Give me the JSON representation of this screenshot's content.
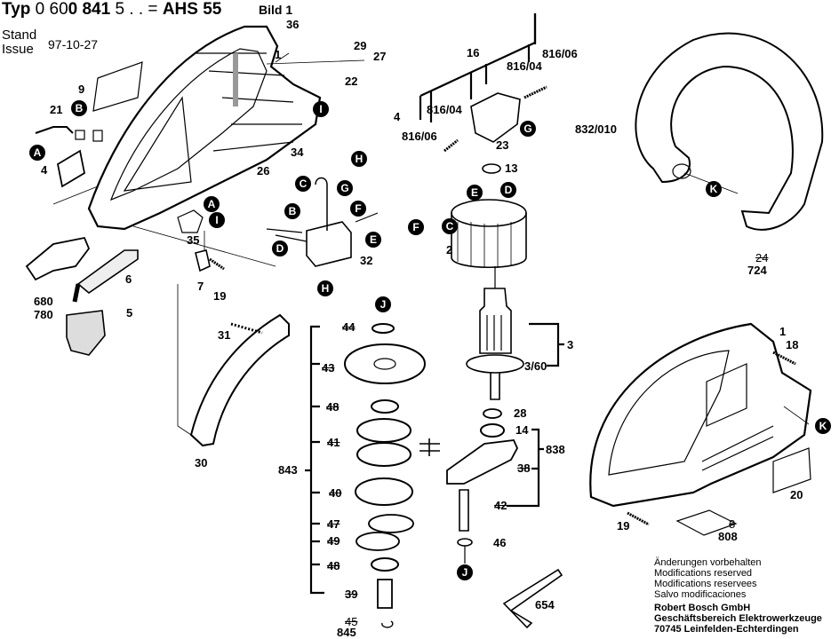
{
  "header": {
    "typ_label": "Typ",
    "typ_number_prefix": "0 60",
    "typ_number_bold": "0 841",
    "typ_number_suffix": " 5 . . =",
    "model": "AHS 55",
    "bild": "Bild 1",
    "stand_label_1": "Stand",
    "stand_label_2": "Issue",
    "date": "97-10-27"
  },
  "footer": {
    "notes": [
      "Änderungen vorbehalten",
      "Modifications reserved",
      "Modifications reservees",
      "Salvo modificaciones"
    ],
    "company": [
      "Robert Bosch GmbH",
      "Geschäftsbereich Elektrowerkzeuge",
      "70745 Leinfelden-Echterdingen"
    ]
  },
  "part_labels": [
    {
      "id": "36",
      "text": "36",
      "struck": false
    },
    {
      "id": "1a",
      "text": "1",
      "struck": false
    },
    {
      "id": "29",
      "text": "29",
      "struck": false
    },
    {
      "id": "27",
      "text": "27",
      "struck": false
    },
    {
      "id": "16",
      "text": "16",
      "struck": false
    },
    {
      "id": "816-06a",
      "text": "816/06",
      "struck": false
    },
    {
      "id": "816-04a",
      "text": "816/04",
      "struck": false
    },
    {
      "id": "9",
      "text": "9",
      "struck": false
    },
    {
      "id": "22",
      "text": "22",
      "struck": false
    },
    {
      "id": "4a",
      "text": "4",
      "struck": false
    },
    {
      "id": "816-04b",
      "text": "816/04",
      "struck": false
    },
    {
      "id": "832-010",
      "text": "832/010",
      "struck": false
    },
    {
      "id": "21",
      "text": "21",
      "struck": false
    },
    {
      "id": "816-06b",
      "text": "816/06",
      "struck": false
    },
    {
      "id": "23",
      "text": "23",
      "struck": false
    },
    {
      "id": "34",
      "text": "34",
      "struck": false
    },
    {
      "id": "13",
      "text": "13",
      "struck": false
    },
    {
      "id": "4b",
      "text": "4",
      "struck": false
    },
    {
      "id": "26",
      "text": "26",
      "struck": false
    },
    {
      "id": "35",
      "text": "35",
      "struck": false
    },
    {
      "id": "2",
      "text": "2",
      "struck": false
    },
    {
      "id": "32",
      "text": "32",
      "struck": false
    },
    {
      "id": "680",
      "text": "680",
      "struck": false
    },
    {
      "id": "780",
      "text": "780",
      "struck": false
    },
    {
      "id": "6",
      "text": "6",
      "struck": false
    },
    {
      "id": "7",
      "text": "7",
      "struck": false
    },
    {
      "id": "19a",
      "text": "19",
      "struck": false
    },
    {
      "id": "5",
      "text": "5",
      "struck": false
    },
    {
      "id": "724",
      "text": "724",
      "struck": false
    },
    {
      "id": "24",
      "text": "24",
      "struck": true
    },
    {
      "id": "31",
      "text": "31",
      "struck": false
    },
    {
      "id": "44",
      "text": "44",
      "struck": true
    },
    {
      "id": "3",
      "text": "3",
      "struck": false
    },
    {
      "id": "43",
      "text": "43",
      "struck": true
    },
    {
      "id": "3-60",
      "text": "3/60",
      "struck": false
    },
    {
      "id": "1b",
      "text": "1",
      "struck": false
    },
    {
      "id": "18",
      "text": "18",
      "struck": false
    },
    {
      "id": "48a",
      "text": "48",
      "struck": true
    },
    {
      "id": "28",
      "text": "28",
      "struck": false
    },
    {
      "id": "41",
      "text": "41",
      "struck": true
    },
    {
      "id": "14",
      "text": "14",
      "struck": false
    },
    {
      "id": "838",
      "text": "838",
      "struck": false
    },
    {
      "id": "30",
      "text": "30",
      "struck": false
    },
    {
      "id": "843",
      "text": "843",
      "struck": false
    },
    {
      "id": "38",
      "text": "38",
      "struck": true
    },
    {
      "id": "20",
      "text": "20",
      "struck": false
    },
    {
      "id": "40",
      "text": "40",
      "struck": true
    },
    {
      "id": "42",
      "text": "42",
      "struck": true
    },
    {
      "id": "47",
      "text": "47",
      "struck": true
    },
    {
      "id": "49",
      "text": "49",
      "struck": true
    },
    {
      "id": "46",
      "text": "46",
      "struck": false
    },
    {
      "id": "19b",
      "text": "19",
      "struck": false
    },
    {
      "id": "8",
      "text": "8",
      "struck": true
    },
    {
      "id": "808",
      "text": "808",
      "struck": false
    },
    {
      "id": "48b",
      "text": "48",
      "struck": true
    },
    {
      "id": "39",
      "text": "39",
      "struck": true
    },
    {
      "id": "654",
      "text": "654",
      "struck": false
    },
    {
      "id": "45",
      "text": "45",
      "struck": true
    },
    {
      "id": "845",
      "text": "845",
      "struck": false
    }
  ],
  "connection_markers": [
    {
      "id": "B1",
      "letter": "B"
    },
    {
      "id": "A1",
      "letter": "A"
    },
    {
      "id": "I1",
      "letter": "I"
    },
    {
      "id": "H1",
      "letter": "H"
    },
    {
      "id": "G1",
      "letter": "G"
    },
    {
      "id": "C1",
      "letter": "C"
    },
    {
      "id": "G2",
      "letter": "G"
    },
    {
      "id": "B2",
      "letter": "B"
    },
    {
      "id": "F1",
      "letter": "F"
    },
    {
      "id": "D1",
      "letter": "D"
    },
    {
      "id": "E1",
      "letter": "E"
    },
    {
      "id": "H2",
      "letter": "H"
    },
    {
      "id": "A2",
      "letter": "A"
    },
    {
      "id": "I2",
      "letter": "I"
    },
    {
      "id": "E2",
      "letter": "E"
    },
    {
      "id": "D2",
      "letter": "D"
    },
    {
      "id": "F2",
      "letter": "F"
    },
    {
      "id": "C2",
      "letter": "C"
    },
    {
      "id": "K1",
      "letter": "K"
    },
    {
      "id": "J1",
      "letter": "J"
    },
    {
      "id": "J2",
      "letter": "J"
    },
    {
      "id": "K2",
      "letter": "K"
    }
  ]
}
